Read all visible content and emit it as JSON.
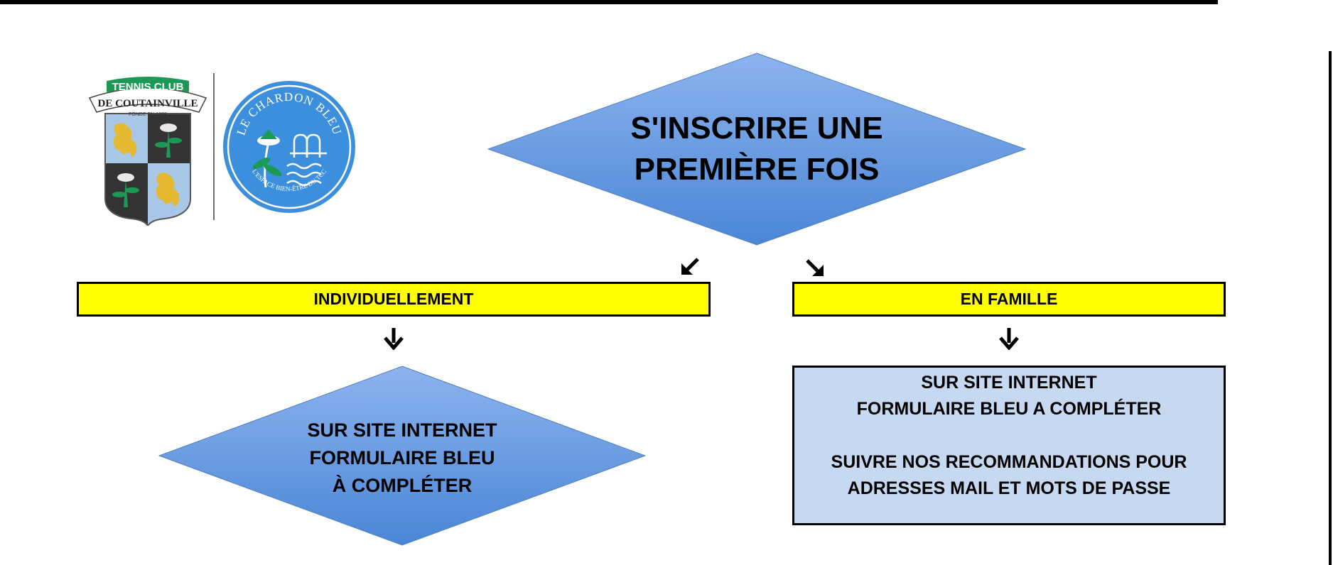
{
  "logos": {
    "tennis_club": {
      "banner_top": "TENNIS CLUB",
      "banner_bottom": "DE COUTAINVILLE",
      "founded": "FONDE EN 1898"
    },
    "chardon_bleu": {
      "name": "LE CHARDON BLEU",
      "tagline": "L'ESPACE BIEN-ÊTRE DU TCC"
    }
  },
  "start": {
    "line1": "S'INSCRIRE UNE",
    "line2": "PREMIÈRE FOIS"
  },
  "branches": {
    "left": {
      "label": "INDIVIDUELLEMENT",
      "step": {
        "line1": "SUR SITE INTERNET",
        "line2": "FORMULAIRE BLEU",
        "line3": "À COMPLÉTER"
      }
    },
    "right": {
      "label": "EN FAMILLE",
      "step": {
        "line1": "SUR SITE INTERNET",
        "line2": "FORMULAIRE BLEU A COMPLÉTER",
        "line3": "SUIVRE NOS RECOMMANDATIONS POUR",
        "line4": "ADRESSES MAIL ET MOTS DE PASSE"
      }
    }
  },
  "colors": {
    "diamond_top": "#8db3ee",
    "diamond_bottom": "#4a86d6",
    "bar_fill": "#ffff00",
    "box_fill": "#c6d9f1",
    "shield_light": "#a9c8e8",
    "shield_dark": "#333333",
    "badge_blue": "#3b8fdc",
    "banner_green": "#1c9a55"
  },
  "icons": [
    "arrow-down-left-icon",
    "arrow-down-right-icon",
    "arrow-down-icon"
  ]
}
